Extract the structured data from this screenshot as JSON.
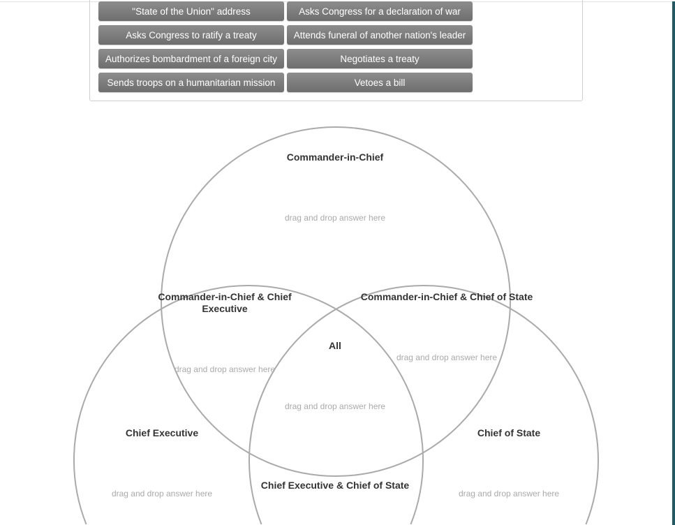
{
  "answer_bank": [
    "\"State of the Union\" address",
    "Asks Congress for a declaration of war",
    "Asks Congress to ratify a treaty",
    "Attends funeral of another nation's leader",
    "Authorizes bombardment of a foreign city",
    "Negotiates a treaty",
    "Sends troops on a humanitarian mission",
    "Vetoes a bill"
  ],
  "venn": {
    "drop_placeholder": "drag and drop answer here",
    "regions": {
      "cic": "Commander-in-Chief",
      "cic_ce_1": "Commander-in-Chief & Chief",
      "cic_ce_2": "Executive",
      "cic_cs": "Commander-in-Chief & Chief of State",
      "all": "All",
      "ce": "Chief Executive",
      "cs": "Chief of State",
      "ce_cs": "Chief Executive & Chief of State"
    }
  },
  "colors": {
    "button": "#7a7a7a",
    "accent_bar": "#1e5a66",
    "circle": "#aaaaaa"
  }
}
